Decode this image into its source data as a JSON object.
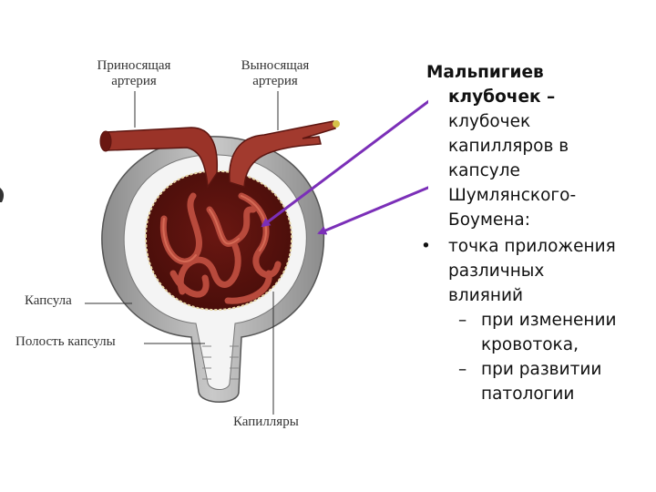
{
  "diagram": {
    "labels": {
      "afferent_artery": [
        "Приносящая",
        "артерия"
      ],
      "efferent_artery": [
        "Выносящая",
        "артерия"
      ],
      "capsule": "Капсула",
      "capsule_cavity": "Полость капсулы",
      "capillaries": "Капилляры"
    },
    "colors": {
      "vessel": "#8e2c23",
      "vessel_light": "#b84a3c",
      "capsule_wall": "#a9a9a9",
      "capsule_inner": "#f2f2f2",
      "arrow": "#7b2fb8"
    }
  },
  "text_panel": {
    "title_lines": [
      "Мальпигиев",
      "клубочек –"
    ],
    "description_lines": [
      "клубочек",
      "капилляров в",
      "капсуле",
      "Шумлянского-",
      "Боумена:"
    ],
    "bullet": {
      "lines": [
        "точка приложения",
        "различных",
        "влияний"
      ],
      "subitems": [
        {
          "lines": [
            "при изменении",
            "кровотока,"
          ]
        },
        {
          "lines": [
            "при развитии",
            "патологии"
          ]
        }
      ]
    }
  }
}
